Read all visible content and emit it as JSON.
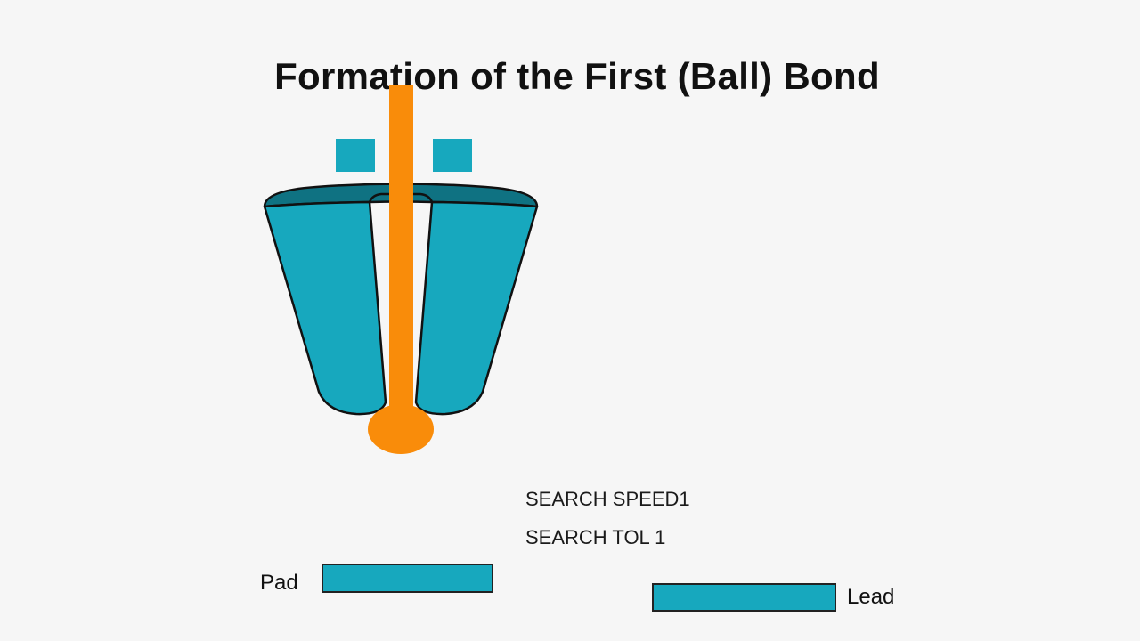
{
  "title": "Formation of the First (Ball) Bond",
  "parameters": [
    "SEARCH SPEED1",
    "SEARCH TOL 1"
  ],
  "labels": {
    "pad": "Pad",
    "lead": "Lead"
  },
  "colors": {
    "capillary": "#17a8be",
    "capillary_top": "#0f7282",
    "wire": "#f98c0a",
    "pad": "#17a8be",
    "lead": "#17a8be",
    "wire_clamp": "#17a8be",
    "outline": "#111111",
    "background": "#f6f6f6"
  }
}
